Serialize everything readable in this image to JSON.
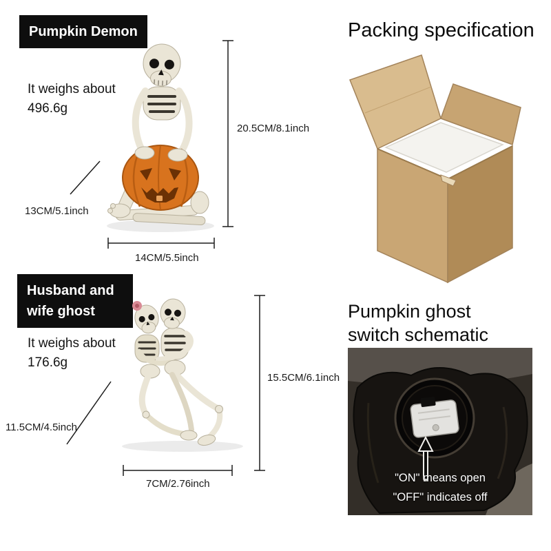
{
  "colors": {
    "label_bg": "#0e0e0e",
    "pumpkin_orange": "#d8731e",
    "bone_ivory": "#eae5d6",
    "box_kraft": "#c9a674"
  },
  "pumpkin_demon": {
    "label": "Pumpkin Demon",
    "weight": "It weighs about 496.6g",
    "dim_height": "20.5CM/8.1inch",
    "dim_depth": "13CM/5.1inch",
    "dim_width": "14CM/5.5inch"
  },
  "packing": {
    "title": "Packing specification"
  },
  "couple": {
    "label": "Husband and wife ghost",
    "weight": "It weighs about 176.6g",
    "dim_height": "15.5CM/6.1inch",
    "dim_depth": "11.5CM/4.5inch",
    "dim_width": "7CM/2.76inch"
  },
  "switch": {
    "title": "Pumpkin ghost switch schematic",
    "on_note": "\"ON\" means open",
    "off_note": "\"OFF\" indicates off"
  }
}
